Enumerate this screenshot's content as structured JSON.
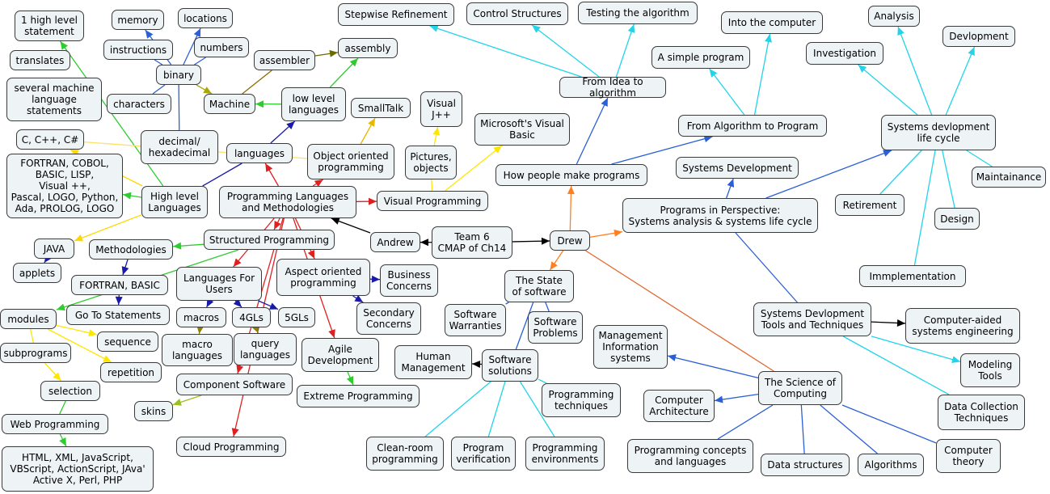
{
  "concept_map": {
    "nodes": [
      {
        "id": "n_team6",
        "label": "Team 6\nCMAP of Ch14"
      },
      {
        "id": "n_andrew",
        "label": "Andrew"
      },
      {
        "id": "n_drew",
        "label": "Drew"
      },
      {
        "id": "n_plm",
        "label": "Programming Languages\nand Methodologies"
      },
      {
        "id": "n_lang",
        "label": "languages"
      },
      {
        "id": "n_oop",
        "label": "Object oriented\nprogramming"
      },
      {
        "id": "n_lowlevel",
        "label": "low level\nlanguages"
      },
      {
        "id": "n_machine",
        "label": "Machine"
      },
      {
        "id": "n_assembler",
        "label": "assembler"
      },
      {
        "id": "n_assembly",
        "label": "assembly"
      },
      {
        "id": "n_binary",
        "label": "binary"
      },
      {
        "id": "n_memory",
        "label": "memory"
      },
      {
        "id": "n_locations",
        "label": "locations"
      },
      {
        "id": "n_instructions",
        "label": "instructions"
      },
      {
        "id": "n_numbers",
        "label": "numbers"
      },
      {
        "id": "n_characters",
        "label": "characters"
      },
      {
        "id": "n_decimal",
        "label": "decimal/\nhexadecimal"
      },
      {
        "id": "n_1high",
        "label": "1 high level\nstatement"
      },
      {
        "id": "n_translates",
        "label": "translates"
      },
      {
        "id": "n_several",
        "label": "several machine\nlanguage\nstatements"
      },
      {
        "id": "n_ccpp",
        "label": "C, C++, C#"
      },
      {
        "id": "n_fortran",
        "label": "FORTRAN, COBOL,\nBASIC,  LISP,\nVisual ++,\nPascal, LOGO, Python,\nAda, PROLOG, LOGO"
      },
      {
        "id": "n_highlevel",
        "label": "High level\nLanguages"
      },
      {
        "id": "n_java",
        "label": "JAVA"
      },
      {
        "id": "n_applets",
        "label": "applets"
      },
      {
        "id": "n_smalltalk",
        "label": "SmallTalk"
      },
      {
        "id": "n_visualj",
        "label": "Visual\nJ++"
      },
      {
        "id": "n_pictures",
        "label": "Pictures,\nobjects"
      },
      {
        "id": "n_msvb",
        "label": "Microsoft's Visual\nBasic"
      },
      {
        "id": "n_vp",
        "label": "Visual Programming"
      },
      {
        "id": "n_structured",
        "label": "Structured Programming"
      },
      {
        "id": "n_methodologies",
        "label": "Methodologies"
      },
      {
        "id": "n_fortranbasic",
        "label": "FORTRAN, BASIC"
      },
      {
        "id": "n_goto",
        "label": "Go To Statements"
      },
      {
        "id": "n_lfu",
        "label": "Languages For\nUsers"
      },
      {
        "id": "n_macros",
        "label": "macros"
      },
      {
        "id": "n_4gls",
        "label": "4GLs"
      },
      {
        "id": "n_5gls",
        "label": "5GLs"
      },
      {
        "id": "n_macrolang",
        "label": "macro\nlanguages"
      },
      {
        "id": "n_query",
        "label": "query\nlanguages"
      },
      {
        "id": "n_aspect",
        "label": "Aspect oriented\nprogramming"
      },
      {
        "id": "n_business",
        "label": "Business\nConcerns"
      },
      {
        "id": "n_secondary",
        "label": "Secondary\nConcerns"
      },
      {
        "id": "n_agile",
        "label": "Agile\nDevelopment"
      },
      {
        "id": "n_xp",
        "label": "Extreme Programming"
      },
      {
        "id": "n_component",
        "label": "Component Software"
      },
      {
        "id": "n_skins",
        "label": "skins"
      },
      {
        "id": "n_cloud",
        "label": "Cloud Programming"
      },
      {
        "id": "n_modules",
        "label": "modules"
      },
      {
        "id": "n_subprograms",
        "label": "subprograms"
      },
      {
        "id": "n_sequence",
        "label": "sequence"
      },
      {
        "id": "n_repetition",
        "label": "repetition"
      },
      {
        "id": "n_selection",
        "label": "selection"
      },
      {
        "id": "n_web",
        "label": "Web Programming"
      },
      {
        "id": "n_html",
        "label": "HTML, XML, JavaScript,\nVBScript, ActionScript, JAva'\nActive X, Perl, PHP"
      },
      {
        "id": "n_stepwise",
        "label": "Stepwise Refinement"
      },
      {
        "id": "n_control",
        "label": "Control Structures"
      },
      {
        "id": "n_testing",
        "label": "Testing the algorithm"
      },
      {
        "id": "n_idea",
        "label": "From Idea to algorithm"
      },
      {
        "id": "n_howpeople",
        "label": "How people make programs"
      },
      {
        "id": "n_intocomp",
        "label": "Into the computer"
      },
      {
        "id": "n_simple",
        "label": "A simple program"
      },
      {
        "id": "n_algprog",
        "label": "From Algorithm to Program"
      },
      {
        "id": "n_sysdev",
        "label": "Systems Development"
      },
      {
        "id": "n_pip",
        "label": "Programs in Perspective:\nSystems analysis & systems life cycle"
      },
      {
        "id": "n_sdlc",
        "label": "Systems devlopment\nlife cycle"
      },
      {
        "id": "n_analysis",
        "label": "Analysis"
      },
      {
        "id": "n_devlopment",
        "label": "Devlopment"
      },
      {
        "id": "n_investigation",
        "label": "Investigation"
      },
      {
        "id": "n_maintain",
        "label": "Maintainance"
      },
      {
        "id": "n_retirement",
        "label": "Retirement"
      },
      {
        "id": "n_design",
        "label": "Design"
      },
      {
        "id": "n_implementation",
        "label": "Immplementation"
      },
      {
        "id": "n_sdtt",
        "label": "Systems Devlopment\nTools and Techniques"
      },
      {
        "id": "n_case",
        "label": "Computer-aided\nsystems engineering"
      },
      {
        "id": "n_modeling",
        "label": "Modeling\nTools"
      },
      {
        "id": "n_datacoll",
        "label": "Data Collection\nTechniques"
      },
      {
        "id": "n_state",
        "label": "The State\nof software"
      },
      {
        "id": "n_warranties",
        "label": "Software\nWarranties"
      },
      {
        "id": "n_problems",
        "label": "Software\nProblems"
      },
      {
        "id": "n_solutions",
        "label": "Software\nsolutions"
      },
      {
        "id": "n_human",
        "label": "Human\nManagement"
      },
      {
        "id": "n_progtech",
        "label": "Programming\ntechniques"
      },
      {
        "id": "n_cleanroom",
        "label": "Clean-room\nprogramming"
      },
      {
        "id": "n_progver",
        "label": "Program\nverification"
      },
      {
        "id": "n_progenv",
        "label": "Programming\nenvironments"
      },
      {
        "id": "n_science",
        "label": "The Science of\nComputing"
      },
      {
        "id": "n_mis",
        "label": "Management\nInformation\nsystems"
      },
      {
        "id": "n_comparch",
        "label": "Computer\nArchitecture"
      },
      {
        "id": "n_progconcepts",
        "label": "Programming concepts\nand languages"
      },
      {
        "id": "n_datastruct",
        "label": "Data structures"
      },
      {
        "id": "n_algorithms",
        "label": "Algorithms"
      },
      {
        "id": "n_comptheory",
        "label": "Computer\ntheory"
      }
    ],
    "edges": [
      {
        "from": "n_team6",
        "to": "n_andrew",
        "color": "#000000",
        "arrow": true
      },
      {
        "from": "n_team6",
        "to": "n_drew",
        "color": "#000000",
        "arrow": true
      },
      {
        "from": "n_andrew",
        "to": "n_plm",
        "color": "#000000",
        "arrow": true
      },
      {
        "from": "n_drew",
        "to": "n_howpeople",
        "color": "#ff7f1e",
        "arrow": true
      },
      {
        "from": "n_drew",
        "to": "n_pip",
        "color": "#ff7f1e",
        "arrow": true
      },
      {
        "from": "n_drew",
        "to": "n_state",
        "color": "#ff7f1e",
        "arrow": true
      },
      {
        "from": "n_drew",
        "to": "n_science",
        "color": "#e06a30",
        "arrow": false
      },
      {
        "from": "n_plm",
        "to": "n_vp",
        "color": "#e02020",
        "arrow": true
      },
      {
        "from": "n_plm",
        "to": "n_structured",
        "color": "#e02020",
        "arrow": true
      },
      {
        "from": "n_plm",
        "to": "n_lang",
        "color": "#e02020",
        "arrow": true
      },
      {
        "from": "n_plm",
        "to": "n_oop",
        "color": "#e02020",
        "arrow": true
      },
      {
        "from": "n_plm",
        "to": "n_lfu",
        "color": "#e02020",
        "arrow": true
      },
      {
        "from": "n_plm",
        "to": "n_aspect",
        "color": "#e02020",
        "arrow": true
      },
      {
        "from": "n_plm",
        "to": "n_agile",
        "color": "#e02020",
        "arrow": true
      },
      {
        "from": "n_plm",
        "to": "n_component",
        "color": "#e02020",
        "arrow": true
      },
      {
        "from": "n_plm",
        "to": "n_cloud",
        "color": "#e02020",
        "arrow": true
      },
      {
        "from": "n_lang",
        "to": "n_lowlevel",
        "color": "#1a1aa8",
        "arrow": true
      },
      {
        "from": "n_lang",
        "to": "n_highlevel",
        "color": "#1a1aa8",
        "arrow": false
      },
      {
        "from": "n_lowlevel",
        "to": "n_machine",
        "color": "#2ecc2e",
        "arrow": true
      },
      {
        "from": "n_lowlevel",
        "to": "n_assembly",
        "color": "#2ecc2e",
        "arrow": true
      },
      {
        "from": "n_assembler",
        "to": "n_assembly",
        "color": "#6b6b00",
        "arrow": true
      },
      {
        "from": "n_assembler",
        "to": "n_machine",
        "color": "#8b6b00",
        "arrow": false
      },
      {
        "from": "n_binary",
        "to": "n_machine",
        "color": "#a8a800",
        "arrow": true
      },
      {
        "from": "n_binary",
        "to": "n_memory",
        "color": "#2a5fd6",
        "arrow": true
      },
      {
        "from": "n_binary",
        "to": "n_locations",
        "color": "#2a5fd6",
        "arrow": true
      },
      {
        "from": "n_binary",
        "to": "n_instructions",
        "color": "#2a5fd6",
        "arrow": false
      },
      {
        "from": "n_binary",
        "to": "n_numbers",
        "color": "#2a5fd6",
        "arrow": false
      },
      {
        "from": "n_binary",
        "to": "n_characters",
        "color": "#2a5fd6",
        "arrow": false
      },
      {
        "from": "n_binary",
        "to": "n_decimal",
        "color": "#2a5fd6",
        "arrow": false
      },
      {
        "from": "n_highlevel",
        "to": "n_fortran",
        "color": "#2ecc2e",
        "arrow": true
      },
      {
        "from": "n_highlevel",
        "to": "n_ccpp",
        "color": "#ffd700",
        "arrow": true
      },
      {
        "from": "n_highlevel",
        "to": "n_java",
        "color": "#ffd700",
        "arrow": true
      },
      {
        "from": "n_highlevel",
        "to": "n_1high",
        "color": "#2ecc2e",
        "arrow": true
      },
      {
        "from": "n_oop",
        "to": "n_smalltalk",
        "color": "#e6b800",
        "arrow": true
      },
      {
        "from": "n_oop",
        "to": "n_ccpp",
        "color": "#ffe066",
        "arrow": false
      },
      {
        "from": "n_java",
        "to": "n_applets",
        "color": "#1a1aa8",
        "arrow": true
      },
      {
        "from": "n_vp",
        "to": "n_pictures",
        "color": "#ffe600",
        "arrow": false
      },
      {
        "from": "n_pictures",
        "to": "n_visualj",
        "color": "#ffe600",
        "arrow": true
      },
      {
        "from": "n_vp",
        "to": "n_msvb",
        "color": "#ffe600",
        "arrow": true
      },
      {
        "from": "n_structured",
        "to": "n_methodologies",
        "color": "#2ecc2e",
        "arrow": true
      },
      {
        "from": "n_structured",
        "to": "n_modules",
        "color": "#2ecc2e",
        "arrow": true
      },
      {
        "from": "n_methodologies",
        "to": "n_fortranbasic",
        "color": "#1a1aa8",
        "arrow": true
      },
      {
        "from": "n_fortranbasic",
        "to": "n_goto",
        "color": "#1a1aa8",
        "arrow": true
      },
      {
        "from": "n_lfu",
        "to": "n_macros",
        "color": "#1a1aa8",
        "arrow": true
      },
      {
        "from": "n_lfu",
        "to": "n_4gls",
        "color": "#1a1aa8",
        "arrow": true
      },
      {
        "from": "n_lfu",
        "to": "n_5gls",
        "color": "#1a1aa8",
        "arrow": true
      },
      {
        "from": "n_macros",
        "to": "n_macrolang",
        "color": "#8b8000",
        "arrow": true
      },
      {
        "from": "n_4gls",
        "to": "n_query",
        "color": "#8b8000",
        "arrow": true
      },
      {
        "from": "n_aspect",
        "to": "n_business",
        "color": "#1a1aa8",
        "arrow": true
      },
      {
        "from": "n_aspect",
        "to": "n_secondary",
        "color": "#1a1aa8",
        "arrow": true
      },
      {
        "from": "n_agile",
        "to": "n_xp",
        "color": "#2ecc2e",
        "arrow": true
      },
      {
        "from": "n_component",
        "to": "n_skins",
        "color": "#9ac020",
        "arrow": true
      },
      {
        "from": "n_modules",
        "to": "n_sequence",
        "color": "#ffe600",
        "arrow": true
      },
      {
        "from": "n_modules",
        "to": "n_subprograms",
        "color": "#ffe600",
        "arrow": false
      },
      {
        "from": "n_modules",
        "to": "n_repetition",
        "color": "#ffe600",
        "arrow": true
      },
      {
        "from": "n_subprograms",
        "to": "n_selection",
        "color": "#ffe600",
        "arrow": true
      },
      {
        "from": "n_selection",
        "to": "n_web",
        "color": "#2ecc2e",
        "arrow": false
      },
      {
        "from": "n_web",
        "to": "n_html",
        "color": "#2ecc2e",
        "arrow": true
      },
      {
        "from": "n_howpeople",
        "to": "n_idea",
        "color": "#2a5fd6",
        "arrow": true
      },
      {
        "from": "n_howpeople",
        "to": "n_algprog",
        "color": "#2a5fd6",
        "arrow": true
      },
      {
        "from": "n_idea",
        "to": "n_stepwise",
        "color": "#22d4e8",
        "arrow": true
      },
      {
        "from": "n_idea",
        "to": "n_control",
        "color": "#22d4e8",
        "arrow": true
      },
      {
        "from": "n_idea",
        "to": "n_testing",
        "color": "#22d4e8",
        "arrow": true
      },
      {
        "from": "n_algprog",
        "to": "n_intocomp",
        "color": "#22d4e8",
        "arrow": true
      },
      {
        "from": "n_algprog",
        "to": "n_simple",
        "color": "#22d4e8",
        "arrow": true
      },
      {
        "from": "n_pip",
        "to": "n_sysdev",
        "color": "#2a5fd6",
        "arrow": true
      },
      {
        "from": "n_pip",
        "to": "n_sdlc",
        "color": "#2a5fd6",
        "arrow": true
      },
      {
        "from": "n_pip",
        "to": "n_sdtt",
        "color": "#2a5fd6",
        "arrow": false
      },
      {
        "from": "n_sdlc",
        "to": "n_analysis",
        "color": "#22d4e8",
        "arrow": true
      },
      {
        "from": "n_sdlc",
        "to": "n_devlopment",
        "color": "#22d4e8",
        "arrow": true
      },
      {
        "from": "n_sdlc",
        "to": "n_investigation",
        "color": "#22d4e8",
        "arrow": true
      },
      {
        "from": "n_sdlc",
        "to": "n_maintain",
        "color": "#22d4e8",
        "arrow": false
      },
      {
        "from": "n_sdlc",
        "to": "n_retirement",
        "color": "#22d4e8",
        "arrow": false
      },
      {
        "from": "n_sdlc",
        "to": "n_design",
        "color": "#22d4e8",
        "arrow": false
      },
      {
        "from": "n_sdlc",
        "to": "n_implementation",
        "color": "#22d4e8",
        "arrow": false
      },
      {
        "from": "n_sdtt",
        "to": "n_case",
        "color": "#000000",
        "arrow": true
      },
      {
        "from": "n_sdtt",
        "to": "n_modeling",
        "color": "#22d4e8",
        "arrow": true
      },
      {
        "from": "n_sdtt",
        "to": "n_datacoll",
        "color": "#22d4e8",
        "arrow": false
      },
      {
        "from": "n_state",
        "to": "n_warranties",
        "color": "#2a5fd6",
        "arrow": false
      },
      {
        "from": "n_state",
        "to": "n_problems",
        "color": "#2a5fd6",
        "arrow": false
      },
      {
        "from": "n_state",
        "to": "n_solutions",
        "color": "#2a5fd6",
        "arrow": false
      },
      {
        "from": "n_solutions",
        "to": "n_human",
        "color": "#000000",
        "arrow": true
      },
      {
        "from": "n_solutions",
        "to": "n_progtech",
        "color": "#22d4e8",
        "arrow": false
      },
      {
        "from": "n_solutions",
        "to": "n_cleanroom",
        "color": "#22d4e8",
        "arrow": false
      },
      {
        "from": "n_solutions",
        "to": "n_progver",
        "color": "#22d4e8",
        "arrow": false
      },
      {
        "from": "n_solutions",
        "to": "n_progenv",
        "color": "#22d4e8",
        "arrow": false
      },
      {
        "from": "n_science",
        "to": "n_mis",
        "color": "#2a5fd6",
        "arrow": true
      },
      {
        "from": "n_science",
        "to": "n_comparch",
        "color": "#2a5fd6",
        "arrow": true
      },
      {
        "from": "n_science",
        "to": "n_progconcepts",
        "color": "#2a5fd6",
        "arrow": false
      },
      {
        "from": "n_science",
        "to": "n_datastruct",
        "color": "#2a5fd6",
        "arrow": false
      },
      {
        "from": "n_science",
        "to": "n_algorithms",
        "color": "#2a5fd6",
        "arrow": false
      },
      {
        "from": "n_science",
        "to": "n_comptheory",
        "color": "#2a5fd6",
        "arrow": false
      }
    ]
  }
}
